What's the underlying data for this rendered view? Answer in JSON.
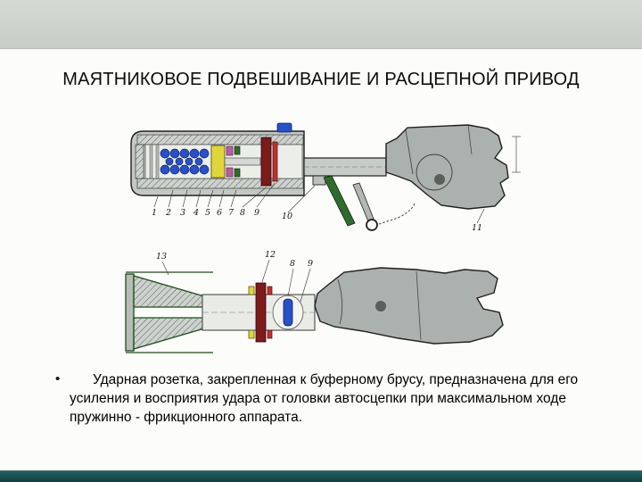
{
  "slide": {
    "title": "МАЯТНИКОВОЕ ПОДВЕШИВАНИЕ И РАСЦЕПНОЙ ПРИВОД",
    "bullet_marker": "•",
    "bullet_text": "Ударная розетка, закрепленная к буферному брусу, предназначена для его усиления и восприятия удара от головки автосцепки при максимальном ходе пружинно - фрикционного аппарата."
  },
  "diagram": {
    "top_view_labels": [
      "1",
      "2",
      "3",
      "4",
      "5",
      "6",
      "7",
      "8",
      "9",
      "10",
      "11"
    ],
    "bottom_view_labels": [
      "13",
      "12",
      "8",
      "9"
    ]
  },
  "colors": {
    "header_bar": "#cdd2cc",
    "footer_bar": "#14484a",
    "spring_blue": "#2a50c8",
    "pin_blue": "#2a50c8",
    "wedge_yellow": "#e0d63c",
    "follower_maroon": "#7c1a1c",
    "stop_red": "#c23030",
    "wedge_magenta": "#b85fa0",
    "lever_green": "#2f6b2f",
    "body_gray": "#abb1ae"
  }
}
